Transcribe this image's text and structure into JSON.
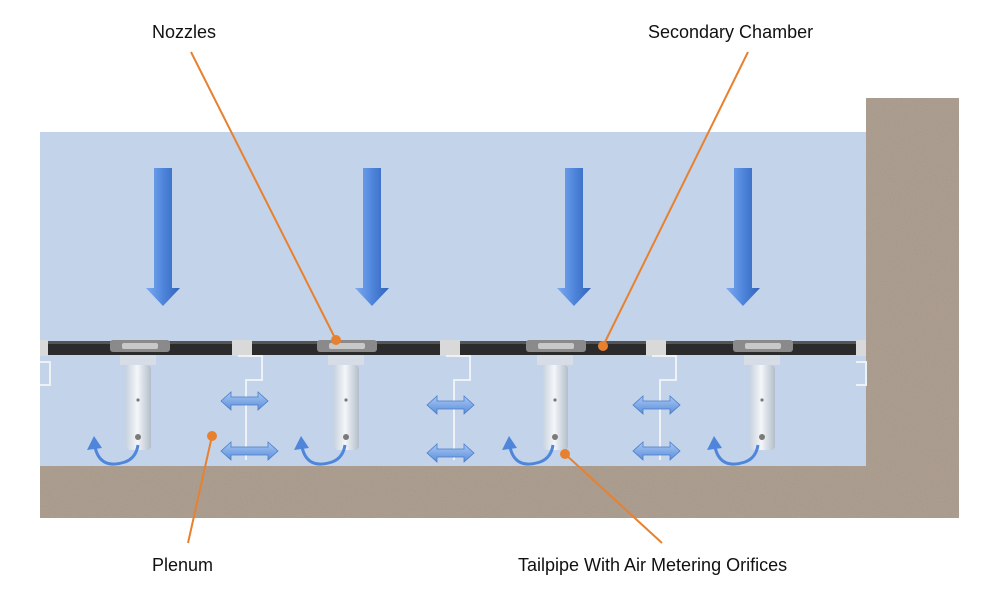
{
  "labels": {
    "nozzles": "Nozzles",
    "secondary_chamber": "Secondary Chamber",
    "plenum": "Plenum",
    "tailpipe": "Tailpipe With Air Metering Orifices"
  },
  "colors": {
    "tank_fill": "#c3d3ea",
    "gravel": "#8a7a68",
    "plate": "#2b2b2b",
    "arrow": "#5b8fd9",
    "callout": "#e8812f"
  }
}
